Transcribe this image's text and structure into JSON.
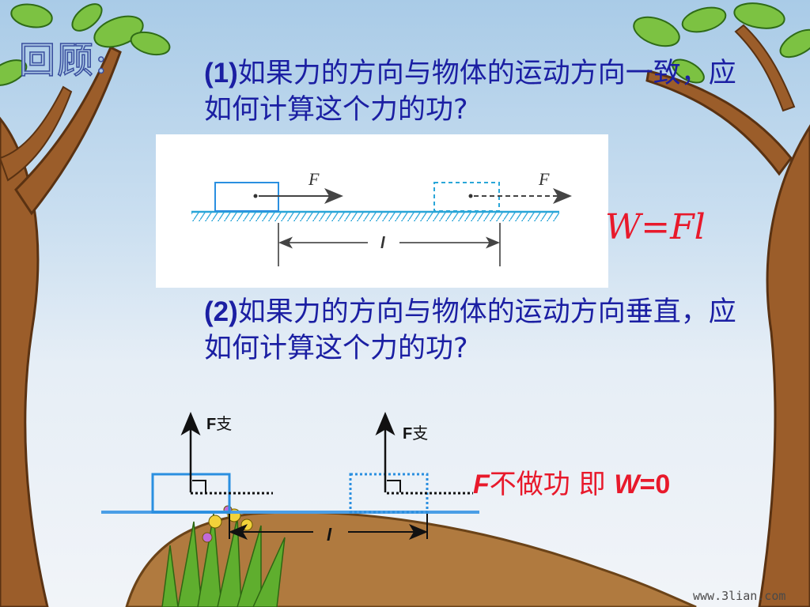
{
  "title": "回顾:",
  "question1": {
    "number": "(1)",
    "text": "如果力的方向与物体的运动方向一致，应如何计算这个力的功?"
  },
  "question2": {
    "number": "(2)",
    "text": "如果力的方向与物体的运动方向垂直，应如何计算这个力的功?"
  },
  "diagram1": {
    "force_label_1": "F",
    "force_label_2": "F",
    "distance_label": "l"
  },
  "formula1": "W=Fl",
  "diagram2": {
    "force_label_1": "F",
    "force_sub_1": "支",
    "force_label_2": "F",
    "force_sub_2": "支",
    "distance_label": "l"
  },
  "formula2": {
    "var": "F",
    "text": "不做功 即 ",
    "var2": "W",
    "equals": "=0"
  },
  "watermark": "www.3lian.com",
  "colors": {
    "question": "#1b1fa3",
    "formula": "#e8192b",
    "box": "#2a8fe0"
  }
}
